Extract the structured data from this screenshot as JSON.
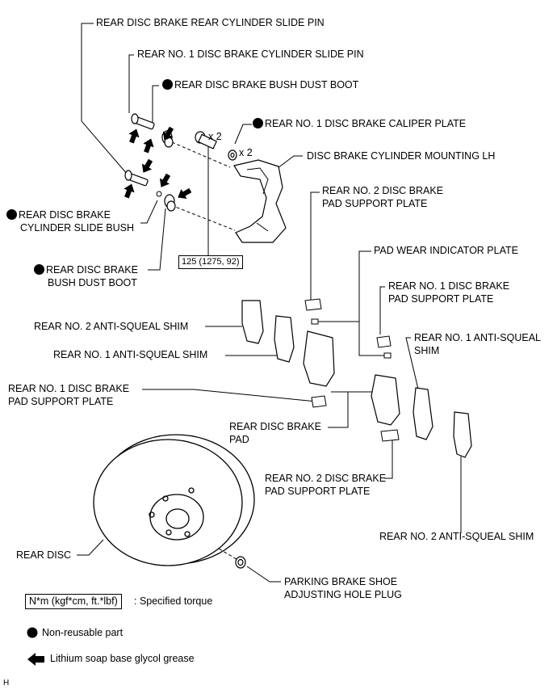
{
  "labels": {
    "rear_slide_pin": "REAR DISC BRAKE REAR  CYLINDER SLIDE PIN",
    "no1_slide_pin": "REAR NO. 1 DISC BRAKE CYLINDER SLIDE PIN",
    "bush_dust_boot_top": "REAR DISC BRAKE BUSH DUST BOOT",
    "caliper_plate": "REAR NO. 1 DISC BRAKE CALIPER PLATE",
    "mounting": "DISC BRAKE CYLINDER MOUNTING LH",
    "slide_bush_1": "REAR DISC BRAKE",
    "slide_bush_2": "CYLINDER SLIDE BUSH",
    "no2_support_top_1": "REAR NO. 2 DISC BRAKE",
    "no2_support_top_2": "PAD SUPPORT PLATE",
    "bush_dust_boot_bottom_1": "REAR DISC BRAKE",
    "bush_dust_boot_bottom_2": "BUSH DUST BOOT",
    "pad_wear_indicator": "PAD WEAR INDICATOR PLATE",
    "no1_support_right_1": "REAR NO. 1 DISC BRAKE",
    "no1_support_right_2": "PAD SUPPORT PLATE",
    "no2_shim_left": "REAR NO. 2 ANTI-SQUEAL SHIM",
    "no1_shim_left": "REAR NO. 1 ANTI-SQUEAL SHIM",
    "no1_shim_right_1": "REAR NO. 1 ANTI-SQUEAL",
    "no1_shim_right_2": "SHIM",
    "no1_support_left_1": "REAR NO. 1 DISC BRAKE",
    "no1_support_left_2": "PAD SUPPORT PLATE",
    "pad_1": "REAR DISC BRAKE",
    "pad_2": "PAD",
    "no2_support_bottom_1": "REAR NO. 2 DISC BRAKE",
    "no2_support_bottom_2": "PAD SUPPORT PLATE",
    "no2_shim_right": "REAR NO. 2 ANTI-SQUEAL SHIM",
    "rear_disc": "REAR DISC",
    "plug_1": "PARKING BRAKE SHOE",
    "plug_2": "ADJUSTING HOLE PLUG"
  },
  "quantities": {
    "bolt": "x 2",
    "plate": "x 2"
  },
  "torque": "125 (1275, 92)",
  "legend": {
    "torque_box": "N*m (kgf*cm, ft.*lbf)",
    "torque_text": ": Specified torque",
    "nonreusable": "Non-reusable part",
    "grease": "Lithium soap base glycol grease"
  },
  "corner_mark": "H"
}
